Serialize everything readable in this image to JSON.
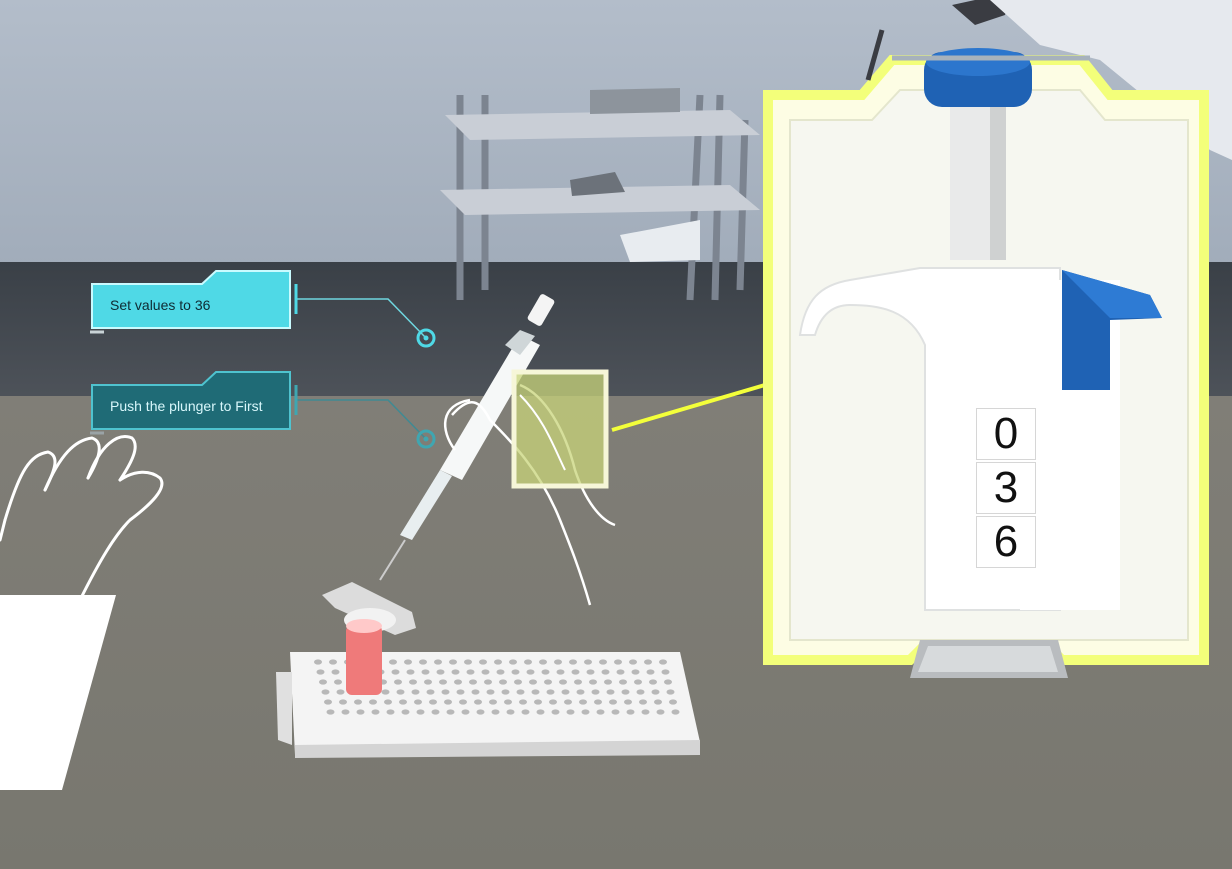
{
  "tasks": [
    {
      "label": "Set values to 36",
      "state": "active"
    },
    {
      "label": "Push the plunger to First",
      "state": "inactive"
    }
  ],
  "pipette_display": {
    "digits": [
      "0",
      "3",
      "6"
    ]
  },
  "colors": {
    "task_active": "#4fd9e6",
    "task_inactive": "#1f6b76",
    "highlight": "#f3ff7a",
    "plunger_blue": "#1f62b4",
    "sample_tube": "#f07c7c"
  }
}
